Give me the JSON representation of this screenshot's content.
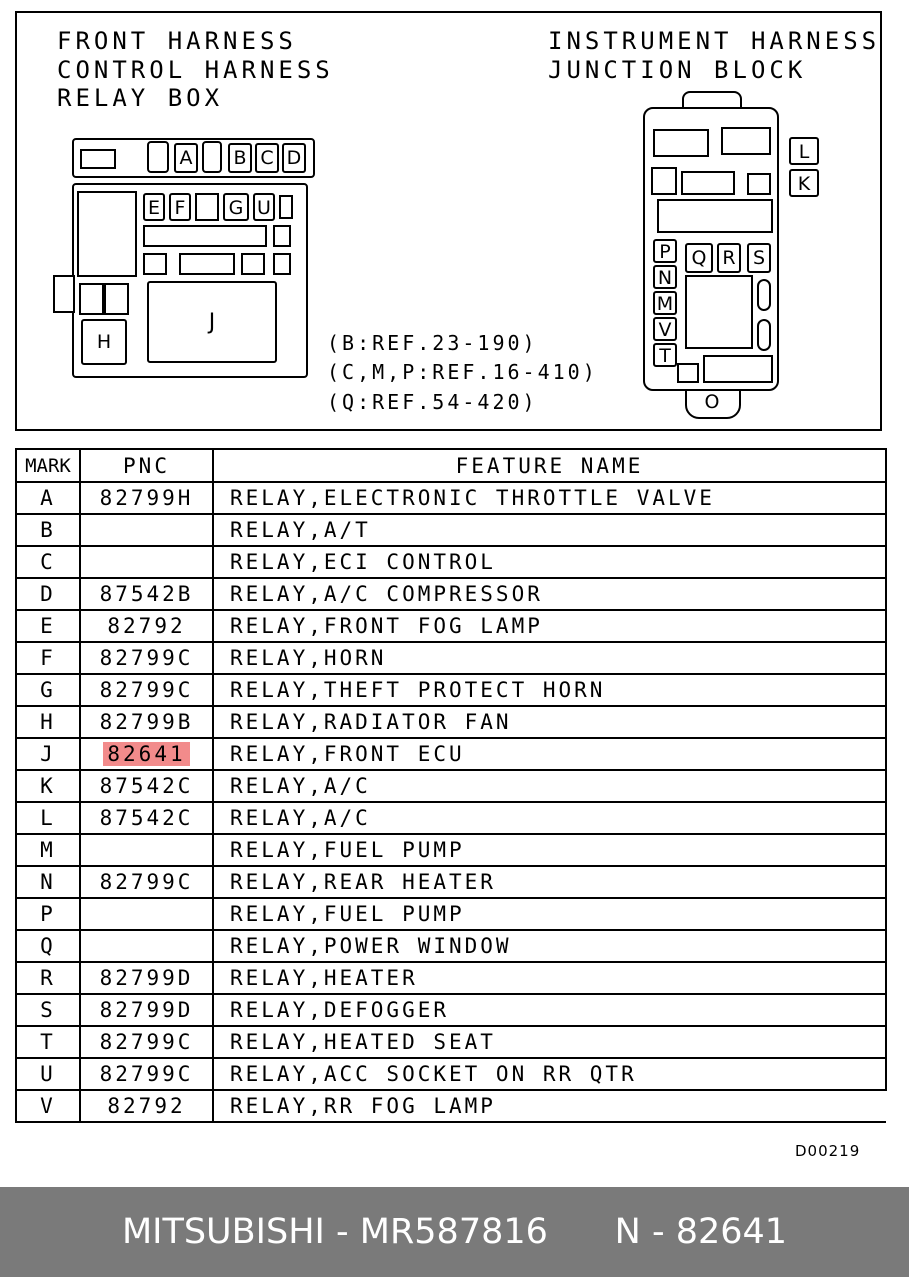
{
  "diagram": {
    "left_title_lines": [
      "FRONT HARNESS",
      "CONTROL HARNESS",
      "RELAY BOX"
    ],
    "right_title_lines": [
      "INSTRUMENT HARNESS",
      "JUNCTION BLOCK"
    ],
    "refs": [
      "(B:REF.23-190)",
      "(C,M,P:REF.16-410)",
      "(Q:REF.54-420)"
    ],
    "left_marks": [
      "A",
      "B",
      "C",
      "D",
      "E",
      "F",
      "G",
      "U",
      "H",
      "J"
    ],
    "right_marks": [
      "L",
      "K",
      "P",
      "N",
      "M",
      "V",
      "T",
      "Q",
      "R",
      "S",
      "O"
    ]
  },
  "table": {
    "headers": [
      "MARK",
      "PNC",
      "FEATURE NAME"
    ],
    "highlight_pnc": "82641",
    "highlight_color": "#f28b8b",
    "rows": [
      {
        "mark": "A",
        "pnc": "82799H",
        "name": "RELAY,ELECTRONIC THROTTLE VALVE"
      },
      {
        "mark": "B",
        "pnc": "",
        "name": "RELAY,A/T"
      },
      {
        "mark": "C",
        "pnc": "",
        "name": "RELAY,ECI CONTROL"
      },
      {
        "mark": "D",
        "pnc": "87542B",
        "name": "RELAY,A/C COMPRESSOR"
      },
      {
        "mark": "E",
        "pnc": "82792",
        "name": "RELAY,FRONT FOG LAMP"
      },
      {
        "mark": "F",
        "pnc": "82799C",
        "name": "RELAY,HORN"
      },
      {
        "mark": "G",
        "pnc": "82799C",
        "name": "RELAY,THEFT PROTECT HORN"
      },
      {
        "mark": "H",
        "pnc": "82799B",
        "name": "RELAY,RADIATOR FAN"
      },
      {
        "mark": "J",
        "pnc": "82641",
        "name": "RELAY,FRONT ECU"
      },
      {
        "mark": "K",
        "pnc": "87542C",
        "name": "RELAY,A/C"
      },
      {
        "mark": "L",
        "pnc": "87542C",
        "name": "RELAY,A/C"
      },
      {
        "mark": "M",
        "pnc": "",
        "name": "RELAY,FUEL PUMP"
      },
      {
        "mark": "N",
        "pnc": "82799C",
        "name": "RELAY,REAR HEATER"
      },
      {
        "mark": "P",
        "pnc": "",
        "name": "RELAY,FUEL PUMP"
      },
      {
        "mark": "Q",
        "pnc": "",
        "name": "RELAY,POWER WINDOW"
      },
      {
        "mark": "R",
        "pnc": "82799D",
        "name": "RELAY,HEATER"
      },
      {
        "mark": "S",
        "pnc": "82799D",
        "name": "RELAY,DEFOGGER"
      },
      {
        "mark": "T",
        "pnc": "82799C",
        "name": "RELAY,HEATED SEAT"
      },
      {
        "mark": "U",
        "pnc": "82799C",
        "name": "RELAY,ACC SOCKET ON RR QTR"
      },
      {
        "mark": "V",
        "pnc": "82792",
        "name": "RELAY,RR FOG LAMP"
      }
    ],
    "diagram_code": "D00219"
  },
  "footer": {
    "brand": "MITSUBISHI",
    "part_number": "MR587816",
    "catalog_ref": "N - 82641"
  }
}
